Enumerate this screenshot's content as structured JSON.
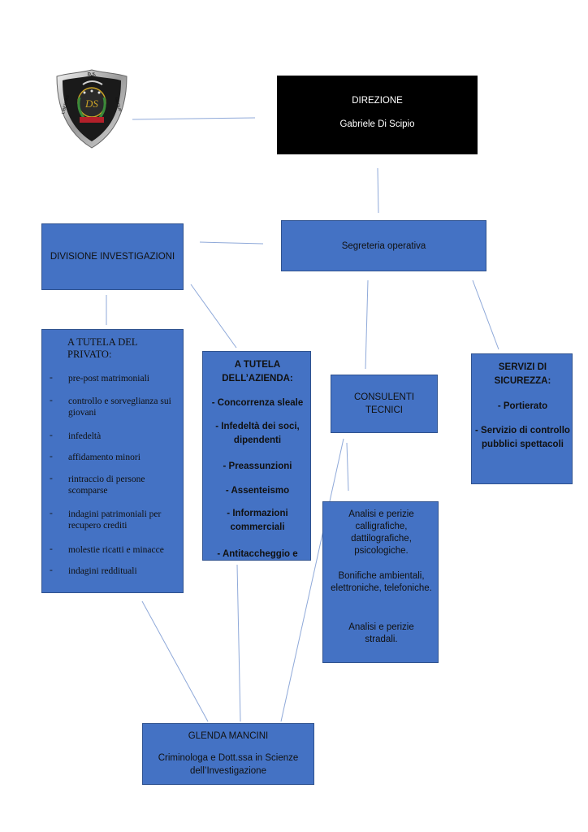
{
  "direzione": {
    "title": "DIREZIONE",
    "name": "Gabriele Di Scipio"
  },
  "segreteria": {
    "label": "Segreteria operativa"
  },
  "divisione": {
    "label": "DIVISIONE INVESTIGAZIONI"
  },
  "privato": {
    "heading": "A TUTELA DEL PRIVATO:",
    "items": [
      "pre-post matrimoniali",
      "controllo e sorveglianza sui giovani",
      "infedeltà",
      "affidamento minori",
      "rintraccio di persone scomparse",
      "indagini patrimoniali per recupero crediti",
      "molestie ricatti e minacce",
      "indagini reddituali"
    ]
  },
  "azienda": {
    "heading": "A TUTELA DELL’AZIENDA:",
    "items": [
      "- Concorrenza sleale",
      "- Infedeltà dei soci, dipendenti",
      "- Preassunzioni",
      "- Assenteismo",
      "- Informazioni commerciali",
      "- Antitaccheggio e"
    ]
  },
  "consulenti": {
    "label": "CONSULENTI TECNICI"
  },
  "sicurezza": {
    "heading": "SERVIZI DI SICUREZZA:",
    "items": [
      "- Portierato",
      "- Servizio di controllo pubblici spettacoli"
    ]
  },
  "analisi": {
    "items": [
      "Analisi e perizie calligrafiche, dattilografiche, psicologiche.",
      "Bonifiche ambientali, elettroniche, telefoniche.",
      "Analisi e perizie stradali."
    ]
  },
  "glenda": {
    "name": "GLENDA MANCINI",
    "title": "Criminologa e Dott.ssa in Scienze dell’Investigazione"
  },
  "logo": {
    "top_text": "D.S.",
    "left_text": "LIBERTAS",
    "right_text": "GROUP",
    "monogram": "DS"
  },
  "colors": {
    "box_fill": "#4472c4",
    "box_border": "#2f528f",
    "line": "#8fa9d9",
    "direzione_fill": "#000000"
  }
}
